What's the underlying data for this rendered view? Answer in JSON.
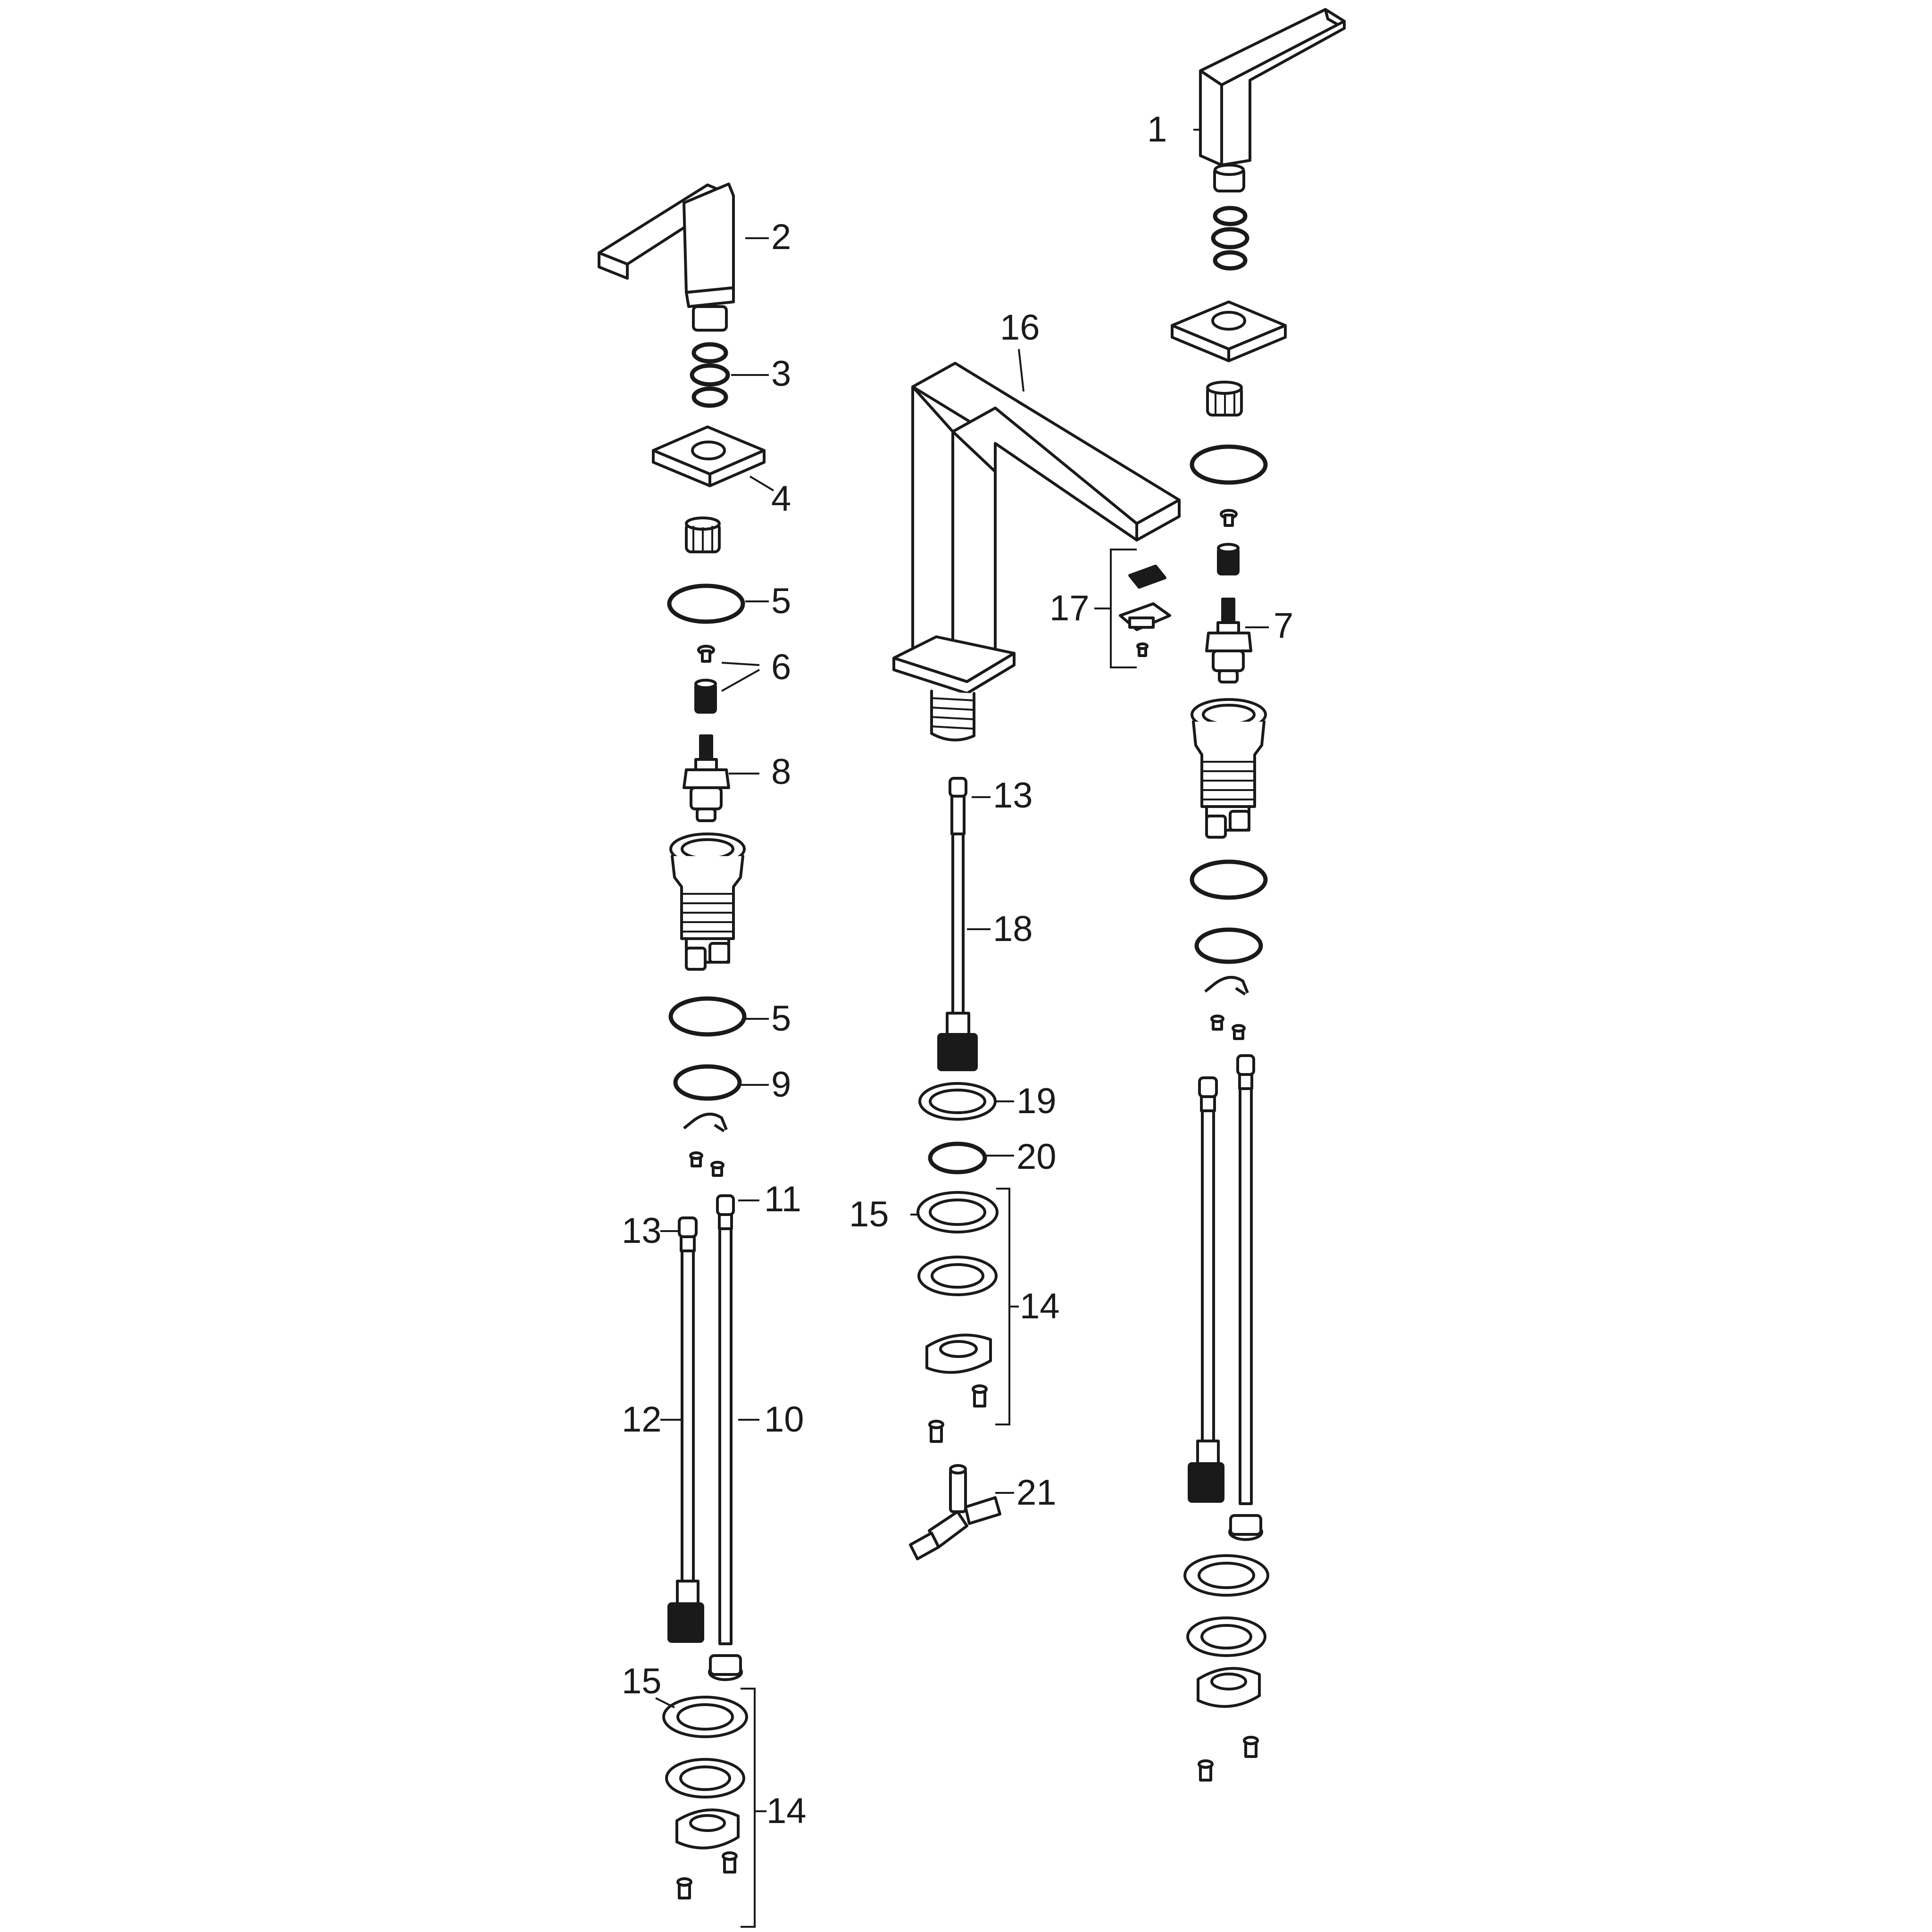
{
  "diagram": {
    "type": "exploded-parts-view",
    "colors": {
      "line": "#1a1a1a",
      "background": "#ffffff"
    },
    "callouts": {
      "c1": "1",
      "c2": "2",
      "c3": "3",
      "c4": "4",
      "c5a": "5",
      "c5b": "5",
      "c6": "6",
      "c7": "7",
      "c8": "8",
      "c9": "9",
      "c10": "10",
      "c11": "11",
      "c12": "12",
      "c13a": "13",
      "c13b": "13",
      "c14a": "14",
      "c14b": "14",
      "c15a": "15",
      "c15b": "15",
      "c16": "16",
      "c17": "17",
      "c18": "18",
      "c19": "19",
      "c20": "20",
      "c21": "21"
    }
  }
}
